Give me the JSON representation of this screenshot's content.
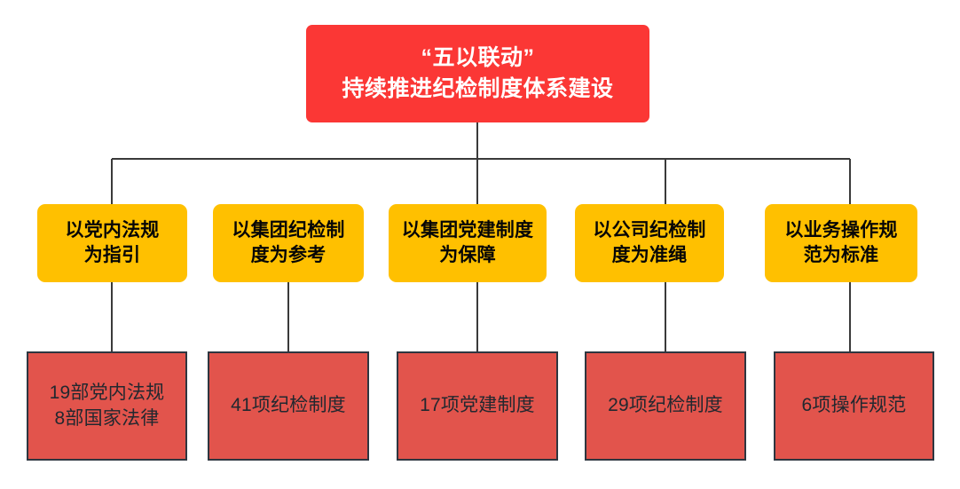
{
  "diagram": {
    "type": "organizational-tree",
    "background_color": "#FFFFFF",
    "palette": {
      "root_fill": "#FB3735",
      "root_text": "#FFFFFF",
      "category_fill": "#FFC000",
      "category_text": "#060606",
      "count_fill": "#E2544C",
      "count_border": "#2E3640",
      "count_text": "#22282F",
      "connector": "#3A3A3A"
    },
    "root": {
      "line1": "“五以联动”",
      "line2": "持续推进纪检制度体系建设",
      "text": "“五以联动”\n持续推进纪检制度体系建设"
    },
    "branches": [
      {
        "category": "以党内法规\n为指引",
        "category_line1": "以党内法规",
        "category_line2": "为指引",
        "count": "19部党内法规\n8部国家法律",
        "count_line1": "19部党内法规",
        "count_line2": "8部国家法律",
        "values": [
          19,
          8
        ],
        "units": [
          "部党内法规",
          "部国家法律"
        ]
      },
      {
        "category": "以集团纪检制\n度为参考",
        "category_line1": "以集团纪检制",
        "category_line2": "度为参考",
        "count": "41项纪检制度",
        "count_line1": "41项纪检制度",
        "count_line2": "",
        "values": [
          41
        ],
        "units": [
          "项纪检制度"
        ]
      },
      {
        "category": "以集团党建制度\n为保障",
        "category_line1": "以集团党建制度",
        "category_line2": "为保障",
        "count": "17项党建制度",
        "count_line1": "17项党建制度",
        "count_line2": "",
        "values": [
          17
        ],
        "units": [
          "项党建制度"
        ]
      },
      {
        "category": "以公司纪检制\n度为准绳",
        "category_line1": "以公司纪检制",
        "category_line2": "度为准绳",
        "count": "29项纪检制度",
        "count_line1": "29项纪检制度",
        "count_line2": "",
        "values": [
          29
        ],
        "units": [
          "项纪检制度"
        ]
      },
      {
        "category": "以业务操作规\n范为标准",
        "category_line1": "以业务操作规",
        "category_line2": "范为标准",
        "count": "6项操作规范",
        "count_line1": "6项操作规范",
        "count_line2": "",
        "values": [
          6
        ],
        "units": [
          "项操作规范"
        ]
      }
    ]
  }
}
